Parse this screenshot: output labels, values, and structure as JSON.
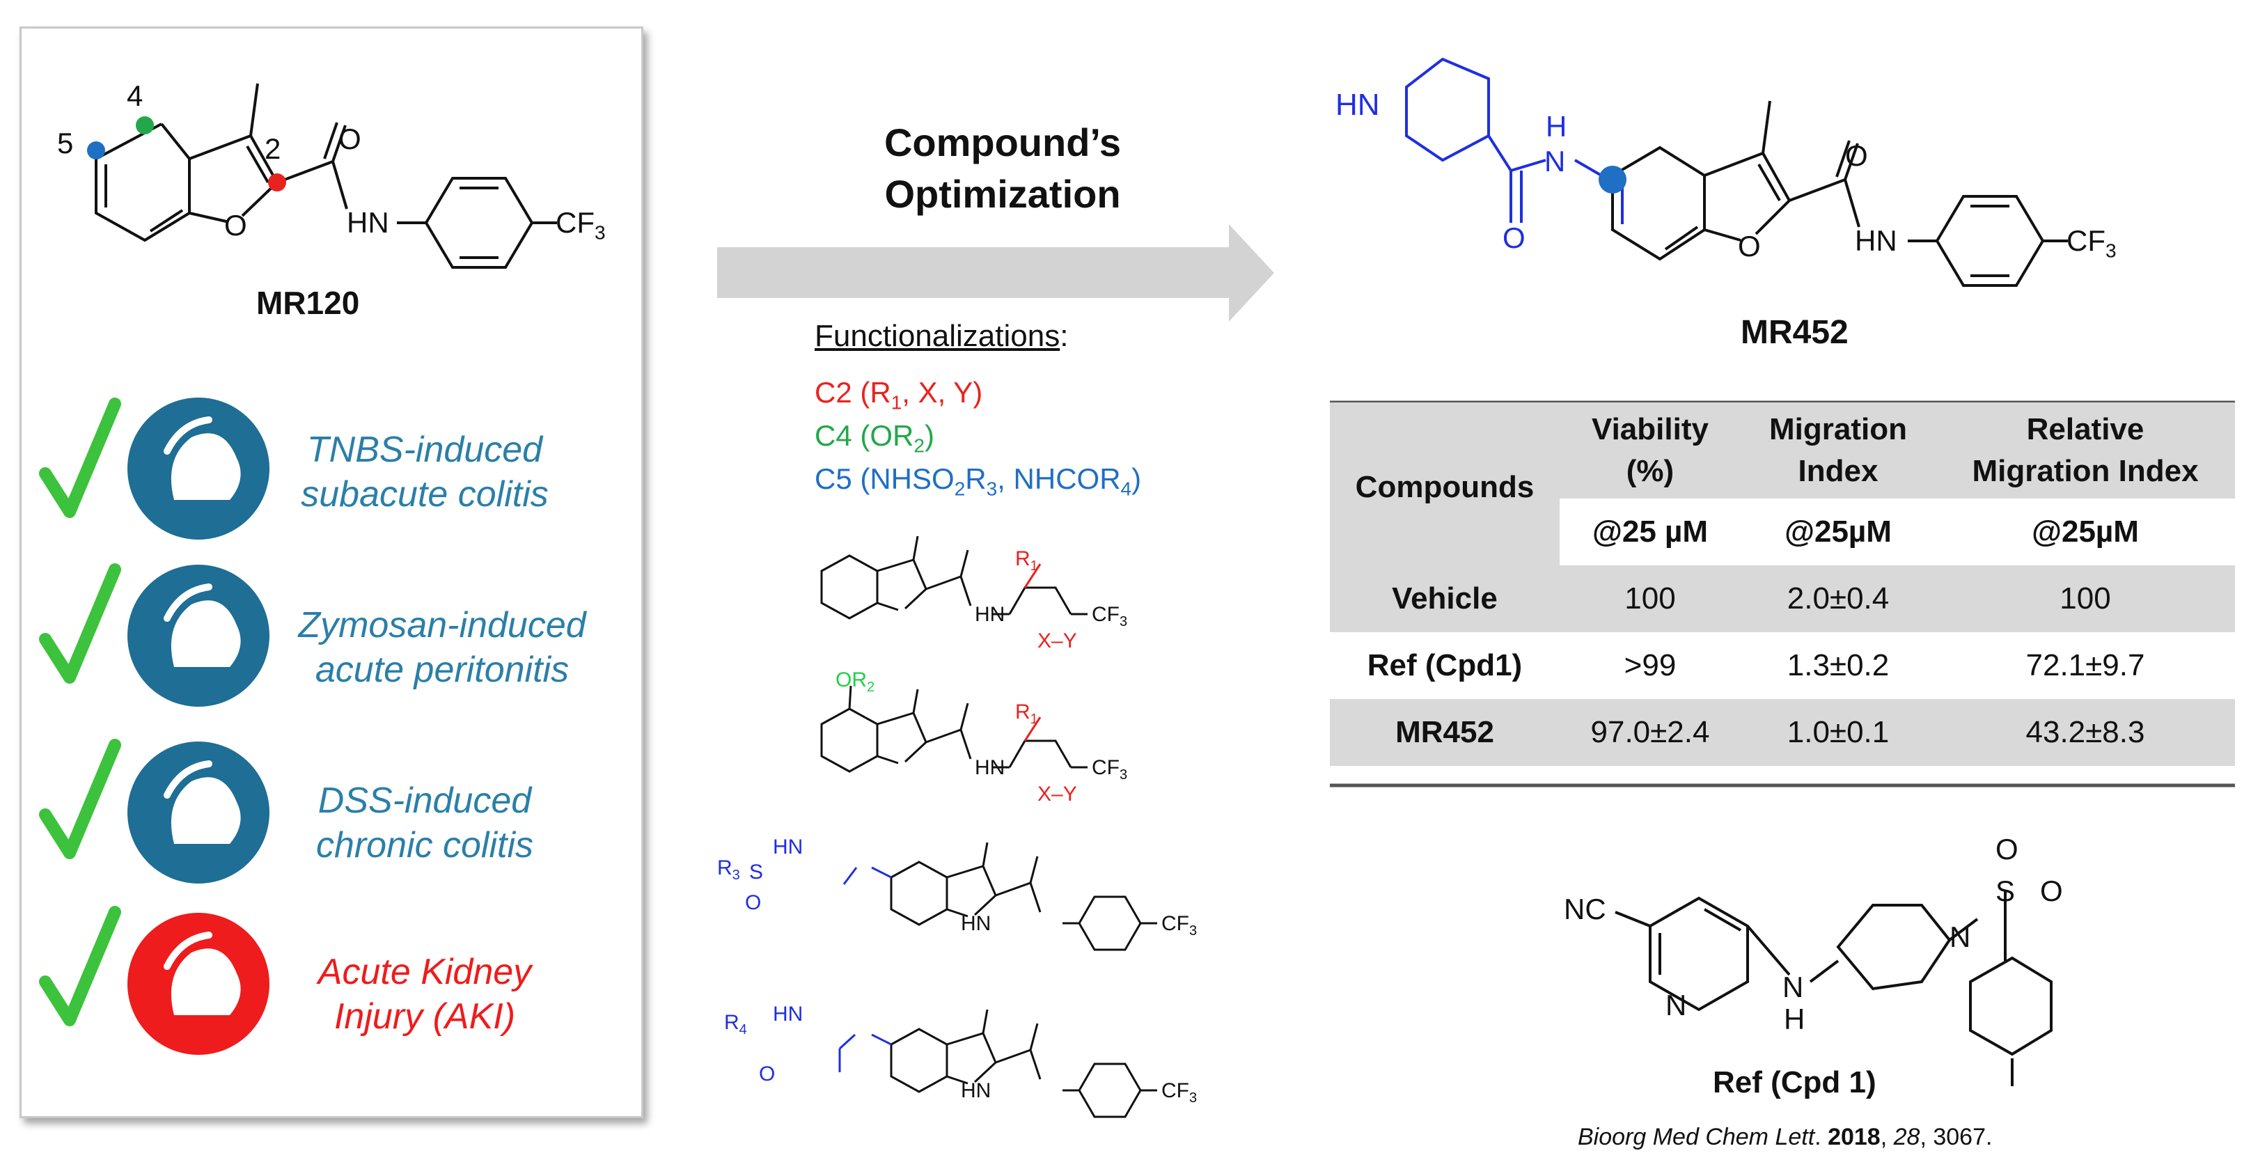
{
  "left_panel": {
    "compound_name": "MR120",
    "position_labels": [
      "5",
      "4",
      "2"
    ],
    "atom_labels": {
      "o": "O",
      "hn": "HN",
      "carbonyl_o": "O",
      "cf3_main": "CF",
      "cf3_sub": "3"
    },
    "position_colors": {
      "c5": "#1f6fc4",
      "c4": "#22a84a",
      "c2": "#e8231f"
    },
    "models": [
      {
        "line1": "TNBS-induced",
        "line2": "subacute colitis",
        "color": "#2a7fa8",
        "badge_color": "#1e6e95"
      },
      {
        "line1": "Zymosan-induced",
        "line2": "acute peritonitis",
        "color": "#2a7fa8",
        "badge_color": "#1e6e95"
      },
      {
        "line1": "DSS-induced",
        "line2": "chronic colitis",
        "color": "#2a7fa8",
        "badge_color": "#1e6e95"
      },
      {
        "line1": "Acute Kidney",
        "line2": "Injury (AKI)",
        "color": "#ee1c1c",
        "badge_color": "#ee1c1c"
      }
    ],
    "check_color": "#3cc23c"
  },
  "center": {
    "title_line1": "Compound’s",
    "title_line2": "Optimization",
    "functionalizations_title": "Functionalizations",
    "functionalizations_colon": ":",
    "func_c2": {
      "a": "C2 (R",
      "sub": "1",
      "b": ", X, Y)",
      "color": "#e8231f"
    },
    "func_c4": {
      "a": "C4 (OR",
      "sub": "2",
      "b": ")",
      "color": "#22a84a"
    },
    "func_c5": {
      "a": "C5 (NHSO",
      "sub1": "2",
      "b": "R",
      "sub2": "3",
      "c": ", NHCOR",
      "sub3": "4",
      "d": ")",
      "color": "#1f6fc4"
    },
    "scaffold_labels": {
      "r1": "R",
      "r1_sub": "1",
      "x_y": "X–Y",
      "or2": "OR",
      "or2_sub": "2",
      "r3": "R",
      "r3_sub": "3",
      "r4": "R",
      "r4_sub": "4",
      "s": "S",
      "o": "O",
      "h": "H",
      "n": "N",
      "hn": "HN",
      "cf": "CF",
      "cf_sub": "3"
    }
  },
  "right": {
    "compound_name": "MR452",
    "labels": {
      "hn_pip": "HN",
      "h": "H",
      "n": "N",
      "o": "O",
      "hn": "HN",
      "cf": "CF",
      "cf_sub": "3"
    },
    "table": {
      "col_headers": [
        {
          "line1": "Compounds",
          "line2": ""
        },
        {
          "line1": "Viability",
          "line2": "(%)"
        },
        {
          "line1": "Migration",
          "line2": "Index"
        },
        {
          "line1": "Relative",
          "line2": "Migration Index"
        }
      ],
      "sub_headers": [
        "@25 µM",
        "@25µM",
        "@25µM"
      ],
      "rows": [
        {
          "name": "Vehicle",
          "viability": "100",
          "migration": "2.0±0.4",
          "relative": "100"
        },
        {
          "name": "Ref (Cpd1)",
          "viability": ">99",
          "migration": "1.3±0.2",
          "relative": "72.1±9.7"
        },
        {
          "name": "MR452",
          "viability": "97.0±2.4",
          "migration": "1.0±0.1",
          "relative": "43.2±8.3"
        }
      ]
    },
    "ref_compound": {
      "name": "Ref (Cpd 1)",
      "labels": {
        "nc": "NC",
        "n": "N",
        "h": "H",
        "n_amine": "N",
        "n_pip": "N",
        "s": "S",
        "o1": "O",
        "o2": "O"
      }
    },
    "citation": {
      "journal": "Bioorg Med Chem Lett",
      "dot": ". ",
      "year": "2018",
      "sep1": ", ",
      "volume": "28",
      "sep2": ", 3067."
    }
  }
}
